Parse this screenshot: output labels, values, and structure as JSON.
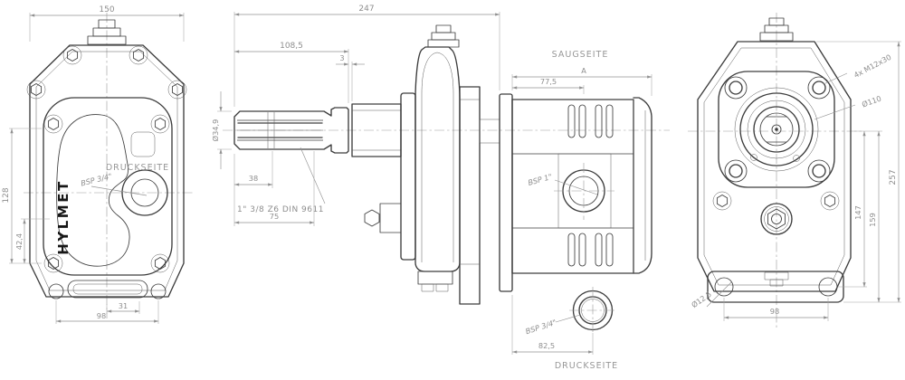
{
  "colors": {
    "background": "#ffffff",
    "drawing_line": "#3d3d3d",
    "dimension": "#8e8e8e",
    "logo": "#161616"
  },
  "front_view": {
    "logo": "HYLMET",
    "pressure_side_label": "DRUCKSEITE",
    "port_label": "BSP 3/4\"",
    "dims": {
      "overall_width": "150",
      "overall_height": "128",
      "port_offset": "42,4",
      "slot_offset": "31",
      "base_width": "98"
    }
  },
  "side_view": {
    "suction_side_label": "SAUGSEITE",
    "pressure_side_label": "DRUCKSEITE",
    "suction_port_label": "BSP 1\"",
    "pressure_port_label": "BSP 3/4\"",
    "shaft_spec_label": "1\" 3/8 Z6 DIN 9611",
    "shaft_diameter_label": "Ø34,9",
    "dims": {
      "overall_length": "247",
      "shaft_to_housing": "108,5",
      "spacer": "3",
      "flange_ref": "A",
      "suction_port_x": "77,5",
      "spline_length": "38",
      "shaft_length": "75",
      "pressure_port_x": "82,5"
    }
  },
  "rear_view": {
    "bolt_spec_label": "4x M12x30",
    "pilot_diameter_label": "Ø110",
    "mount_hole_label": "Ø12,5",
    "dims": {
      "overall_height": "257",
      "center_to_holes": "147",
      "center_to_base": "159",
      "hole_spacing": "98"
    }
  }
}
